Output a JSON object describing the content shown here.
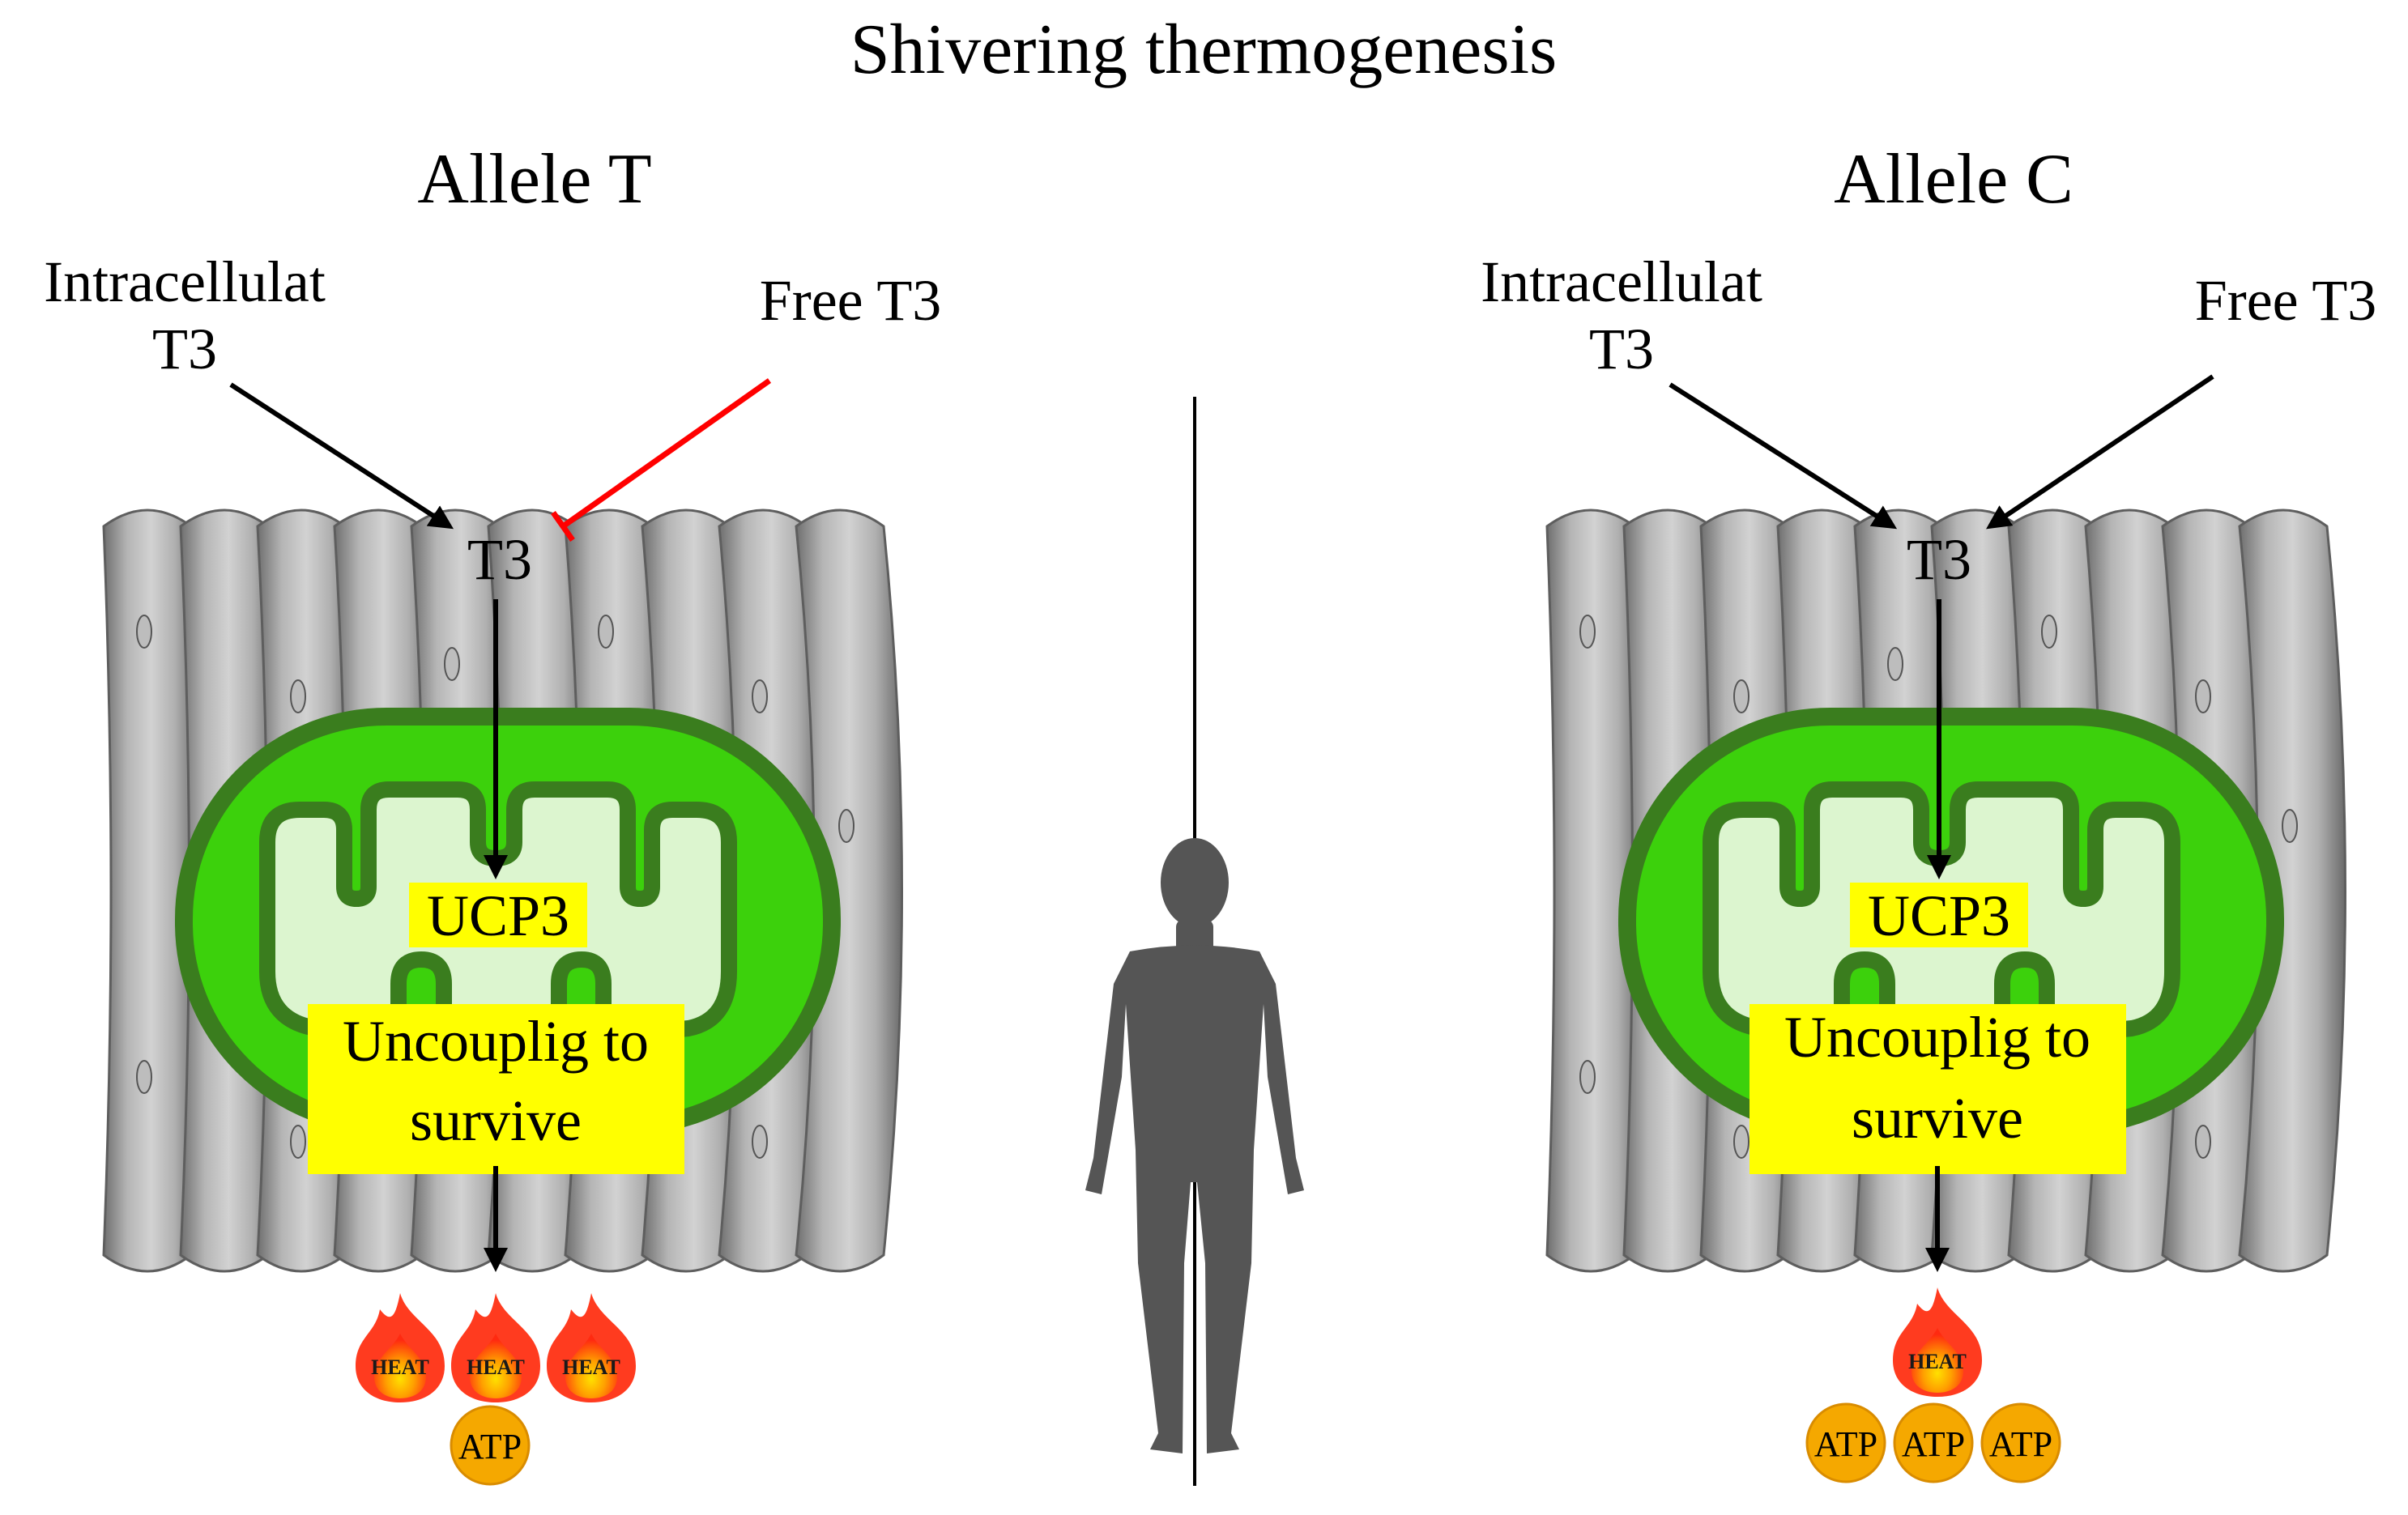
{
  "title": "Shivering thermogenesis",
  "panels": [
    {
      "allele": "Allele T",
      "intracellular_line1": "Intracellulat",
      "intracellular_line2": "T3",
      "free_t3": "Free T3",
      "free_t3_effect": "inhibits",
      "t3": "T3",
      "ucp3": "UCP3",
      "uncoupling_line1": "Uncouplig to",
      "uncoupling_line2": "survive",
      "heat_label": "HEAT",
      "heat_count": 3,
      "atp_label": "ATP",
      "atp_count": 1
    },
    {
      "allele": "Allele C",
      "intracellular_line1": "Intracellulat",
      "intracellular_line2": "T3",
      "free_t3": "Free T3",
      "free_t3_effect": "activates",
      "t3": "T3",
      "ucp3": "UCP3",
      "uncoupling_line1": "Uncouplig to",
      "uncoupling_line2": "survive",
      "heat_label": "HEAT",
      "heat_count": 1,
      "atp_label": "ATP",
      "atp_count": 3
    }
  ],
  "colors": {
    "muscle": "#9a9a9a",
    "mitochondria_outer": "#3a7d1e",
    "mitochondria_fill": "#3cd10c",
    "matrix": "#dcf5cf",
    "highlight": "#ffff00",
    "inhibit_arrow": "#ff0000",
    "atp": "#f5a800",
    "flame": "#ff3b1f",
    "silhouette": "#555555"
  }
}
